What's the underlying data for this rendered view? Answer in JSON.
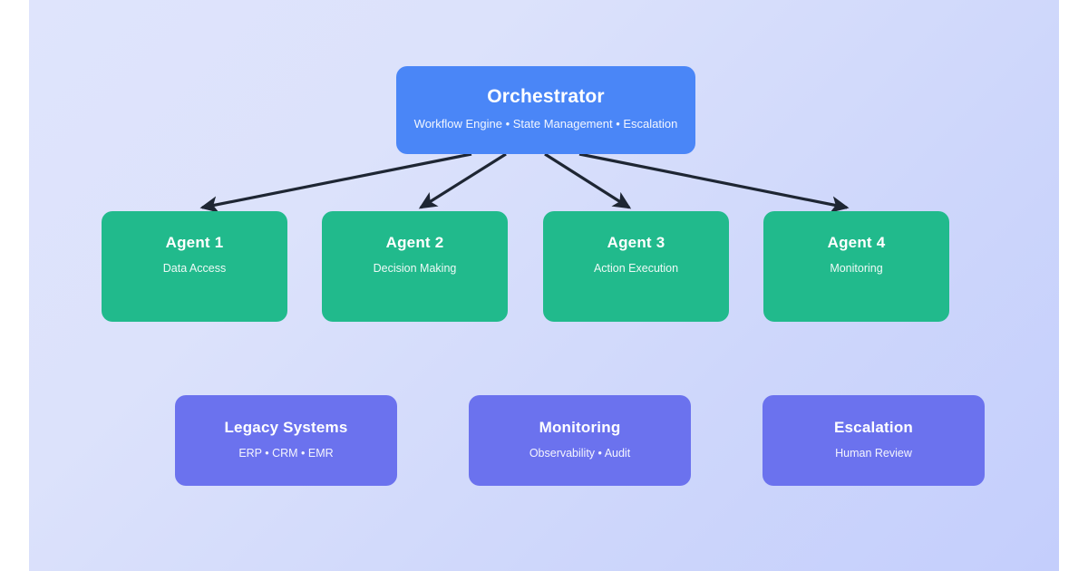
{
  "diagram": {
    "type": "agent-orchestration-architecture",
    "background": {
      "gradient_from": "#dfe4fc",
      "gradient_to": "#c4cefc"
    },
    "colors": {
      "orchestrator": "#4a86f7",
      "agent": "#21ba8c",
      "support": "#6b72ee",
      "connector": "#1e2633",
      "node_text": "#ffffff"
    },
    "orchestrator": {
      "title": "Orchestrator",
      "subtitle": "Workflow Engine • State Management • Escalation"
    },
    "agents": [
      {
        "title": "Agent 1",
        "subtitle": "Data Access"
      },
      {
        "title": "Agent 2",
        "subtitle": "Decision Making"
      },
      {
        "title": "Agent 3",
        "subtitle": "Action Execution"
      },
      {
        "title": "Agent 4",
        "subtitle": "Monitoring"
      }
    ],
    "support": [
      {
        "title": "Legacy Systems",
        "subtitle": "ERP • CRM • EMR"
      },
      {
        "title": "Monitoring",
        "subtitle": "Observability • Audit"
      },
      {
        "title": "Escalation",
        "subtitle": "Human Review"
      }
    ],
    "connectors": [
      {
        "from": "orchestrator",
        "to": "Agent 1",
        "style": "solid-arrow"
      },
      {
        "from": "orchestrator",
        "to": "Agent 2",
        "style": "solid-arrow"
      },
      {
        "from": "orchestrator",
        "to": "Agent 3",
        "style": "solid-arrow"
      },
      {
        "from": "orchestrator",
        "to": "Agent 4",
        "style": "solid-arrow"
      }
    ]
  }
}
